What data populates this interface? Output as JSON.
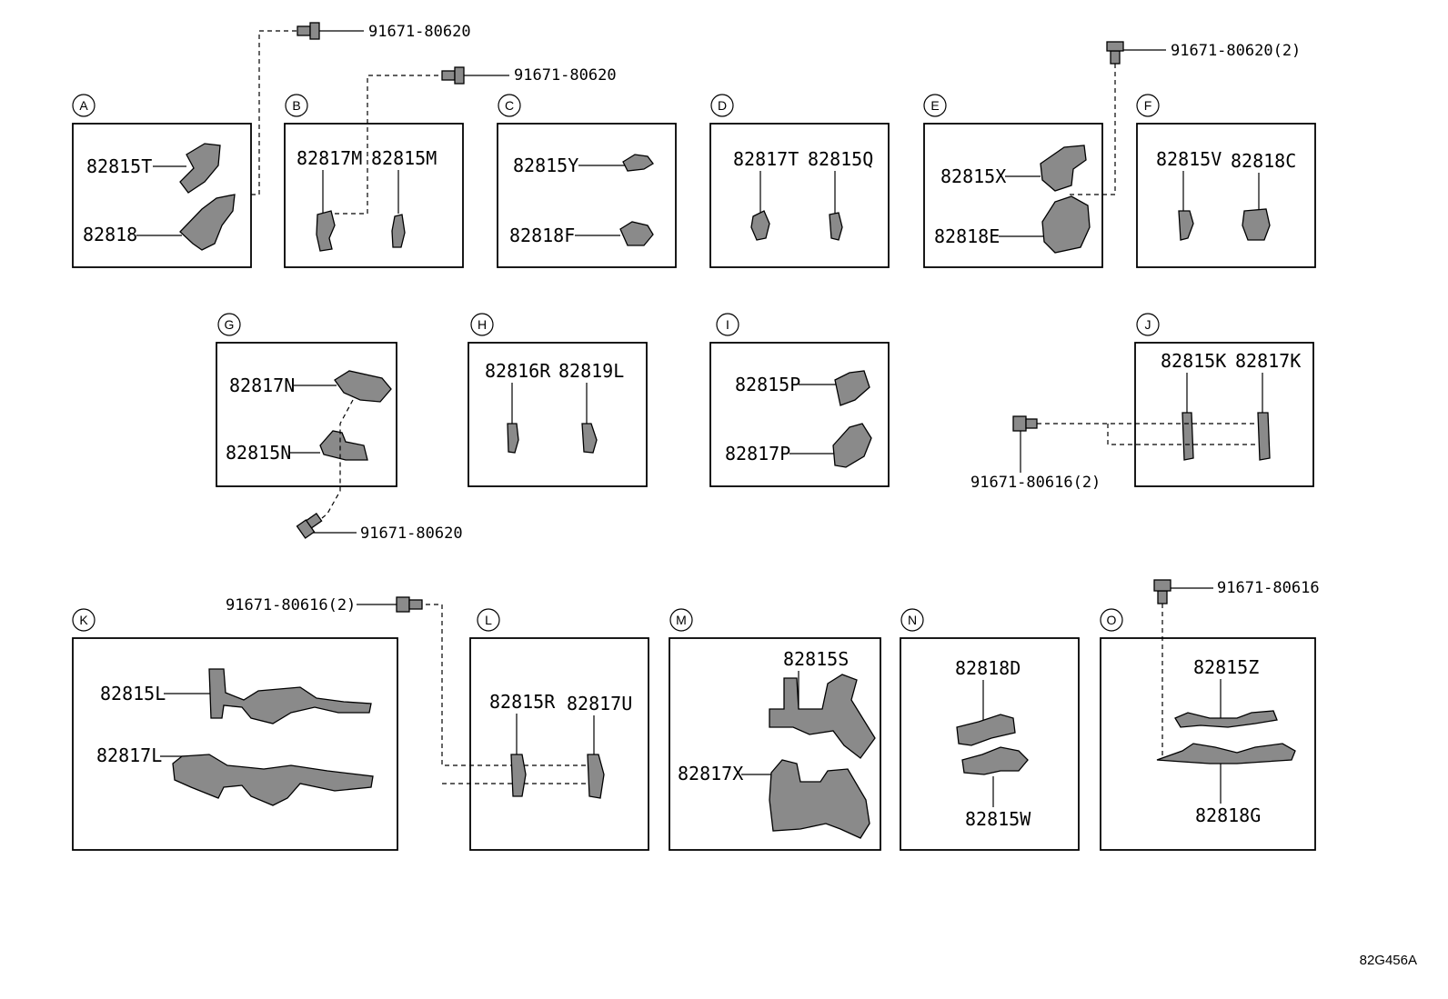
{
  "panels": {
    "A": {
      "letter": "A",
      "parts": [
        "82815T",
        "82818"
      ]
    },
    "B": {
      "letter": "B",
      "parts": [
        "82817M",
        "82815M"
      ]
    },
    "C": {
      "letter": "C",
      "parts": [
        "82815Y",
        "82818F"
      ]
    },
    "D": {
      "letter": "D",
      "parts": [
        "82817T",
        "82815Q"
      ]
    },
    "E": {
      "letter": "E",
      "parts": [
        "82815X",
        "82818E"
      ]
    },
    "F": {
      "letter": "F",
      "parts": [
        "82815V",
        "82818C"
      ]
    },
    "G": {
      "letter": "G",
      "parts": [
        "82817N",
        "82815N"
      ]
    },
    "H": {
      "letter": "H",
      "parts": [
        "82816R",
        "82819L"
      ]
    },
    "I": {
      "letter": "I",
      "parts": [
        "82815P",
        "82817P"
      ]
    },
    "J": {
      "letter": "J",
      "parts": [
        "82815K",
        "82817K"
      ]
    },
    "K": {
      "letter": "K",
      "parts": [
        "82815L",
        "82817L"
      ]
    },
    "L": {
      "letter": "L",
      "parts": [
        "82815R",
        "82817U"
      ]
    },
    "M": {
      "letter": "M",
      "parts": [
        "82815S",
        "82817X"
      ]
    },
    "N": {
      "letter": "N",
      "parts": [
        "82818D",
        "82815W"
      ]
    },
    "O": {
      "letter": "O",
      "parts": [
        "82815Z",
        "82818G"
      ]
    }
  },
  "bolts": {
    "a": "91671-80620",
    "b": "91671-80620",
    "e": "91671-80620(2)",
    "g": "91671-80620",
    "j": "91671-80616(2)",
    "k": "91671-80616(2)",
    "o": "91671-80616"
  },
  "reference": "82G456A"
}
